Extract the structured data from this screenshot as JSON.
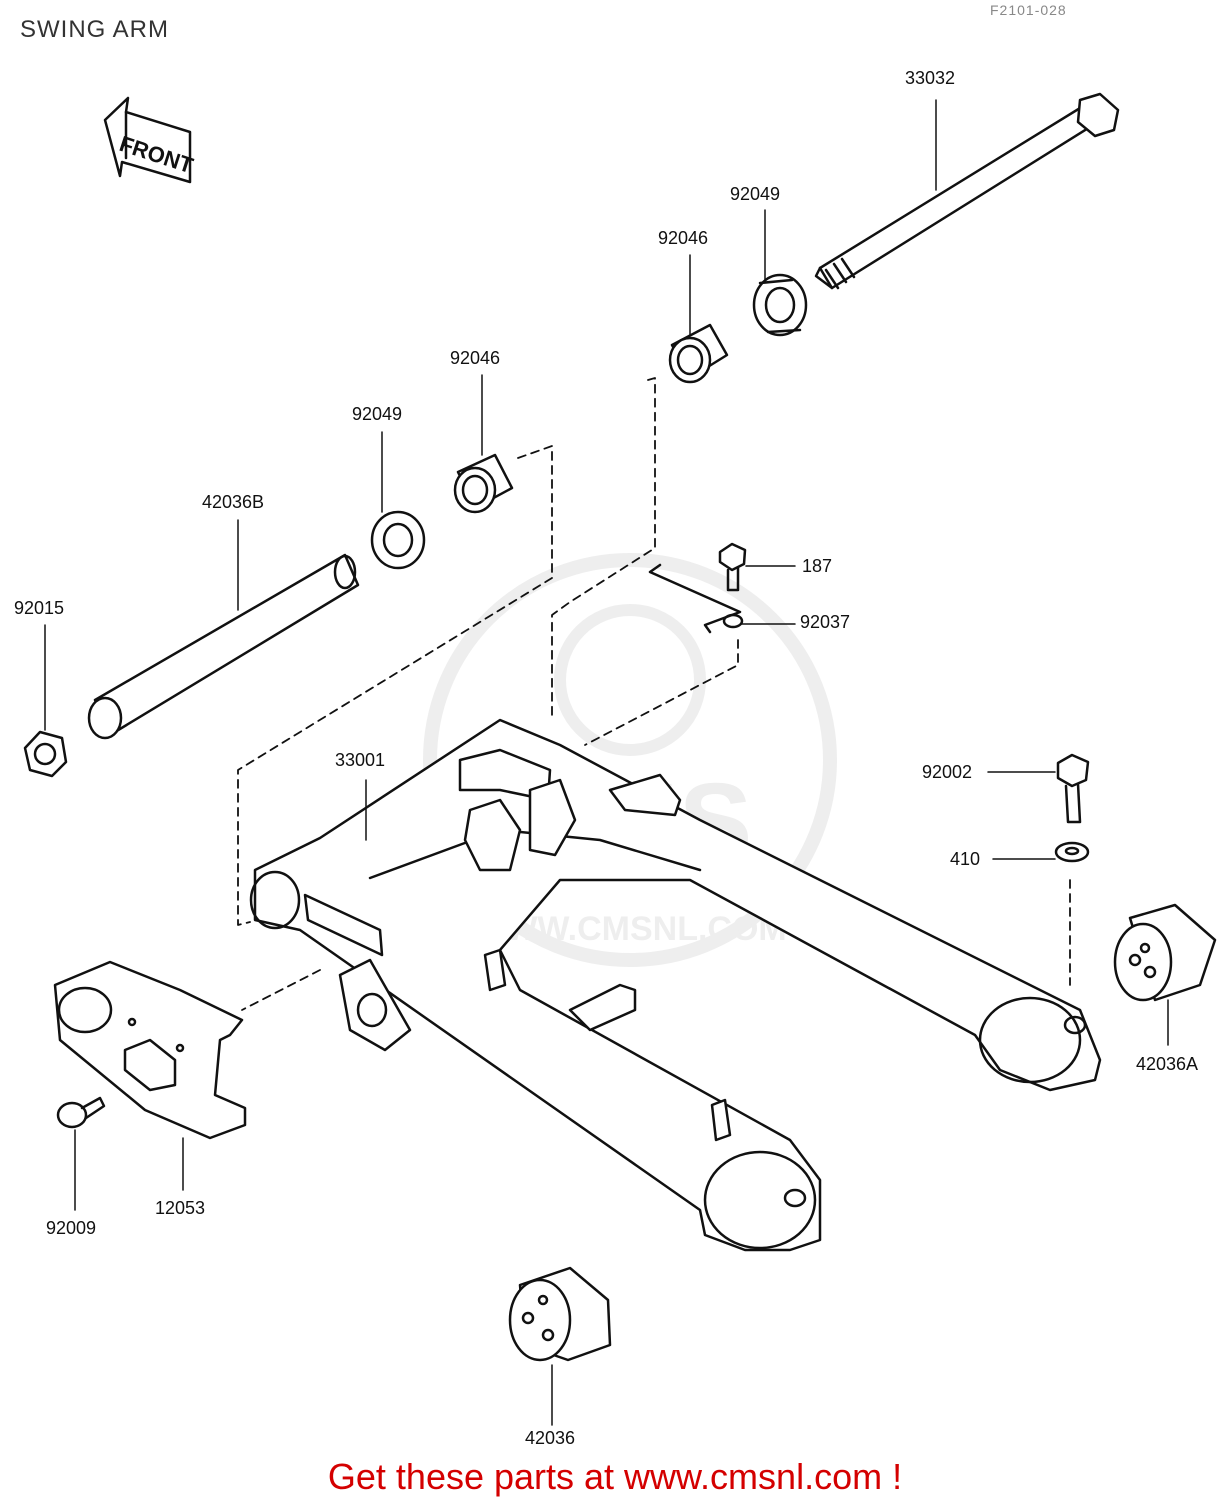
{
  "title": "SWING ARM",
  "figure_code": "F2101-028",
  "front_marker": "FRONT",
  "watermark_text": "CMS",
  "watermark_url": "WWW.CMSNL.COM",
  "part_labels": {
    "p33032": "33032",
    "p92049_top": "92049",
    "p92046_top": "92046",
    "p92046_mid": "92046",
    "p92049_mid": "92049",
    "p42036B": "42036B",
    "p92015": "92015",
    "p187": "187",
    "p92037": "92037",
    "p33001": "33001",
    "p92002": "92002",
    "p410": "410",
    "p42036A": "42036A",
    "p92009": "92009",
    "p12053": "12053",
    "p42036": "42036"
  },
  "footer": "Get these parts at www.cmsnl.com !",
  "colors": {
    "line": "#111111",
    "footer": "#d40000",
    "watermark": "#999999"
  }
}
